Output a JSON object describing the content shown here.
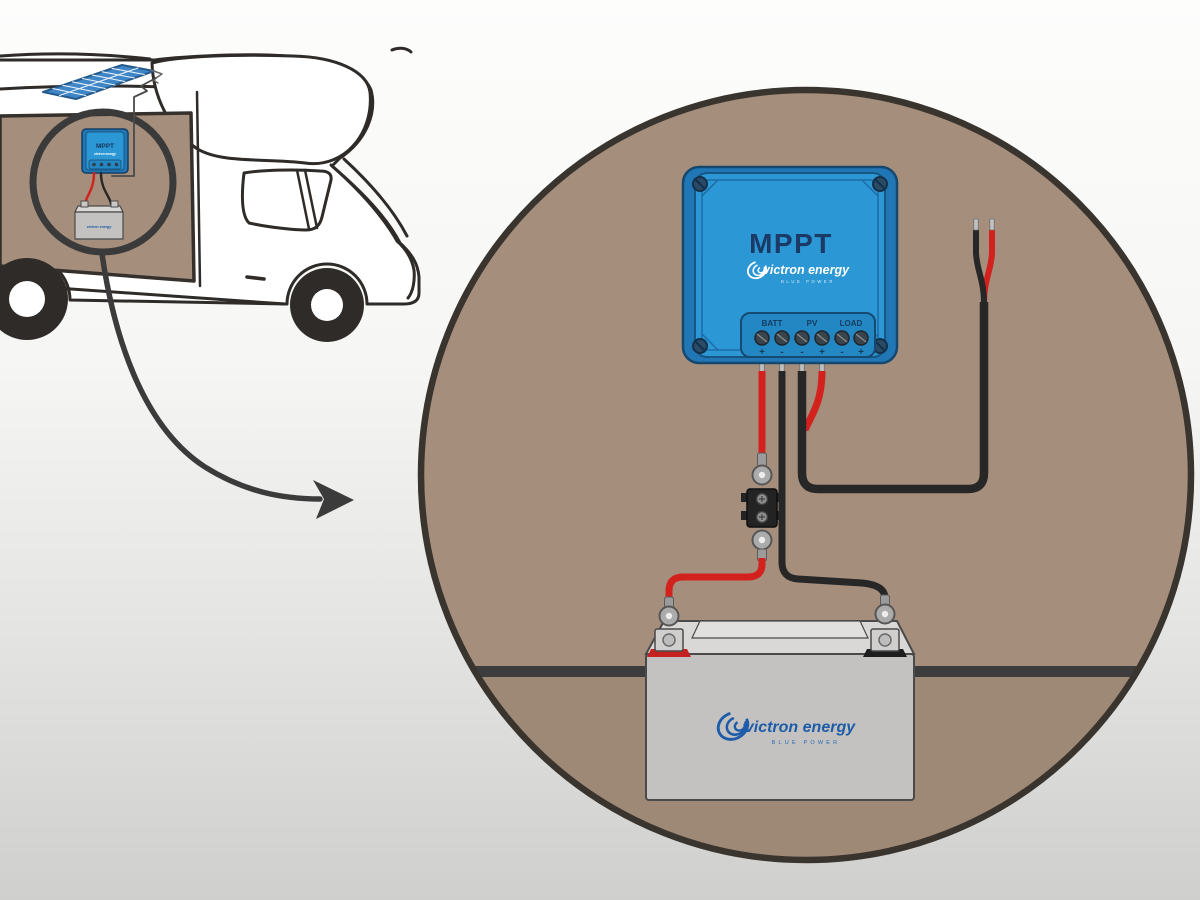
{
  "colors": {
    "victron_blue": "#2b97d4",
    "controller_border_blue": "#2177b5",
    "navy_text": "#1b3a66",
    "logo_blue": "#1d5ca8",
    "wire_red": "#d3211e",
    "wire_black": "#272727",
    "magnifier_brown": "#a58e7c",
    "outline_dark": "#3a3a3a",
    "battery_gray": "#c3c2c0"
  },
  "controller": {
    "title": "MPPT",
    "brand": "victron energy",
    "tagline": "BLUE POWER",
    "terminals": [
      {
        "label": "BATT",
        "signs": [
          "+",
          "-"
        ]
      },
      {
        "label": "PV",
        "signs": [
          "-",
          "+"
        ]
      },
      {
        "label": "LOAD",
        "signs": [
          "-",
          "+"
        ]
      }
    ]
  },
  "battery": {
    "brand": "victron energy",
    "tagline": "BLUE POWER"
  },
  "rv_inset": {
    "controller_title": "MPPT",
    "controller_brand": "victron energy",
    "battery_brand": "victron energy"
  }
}
